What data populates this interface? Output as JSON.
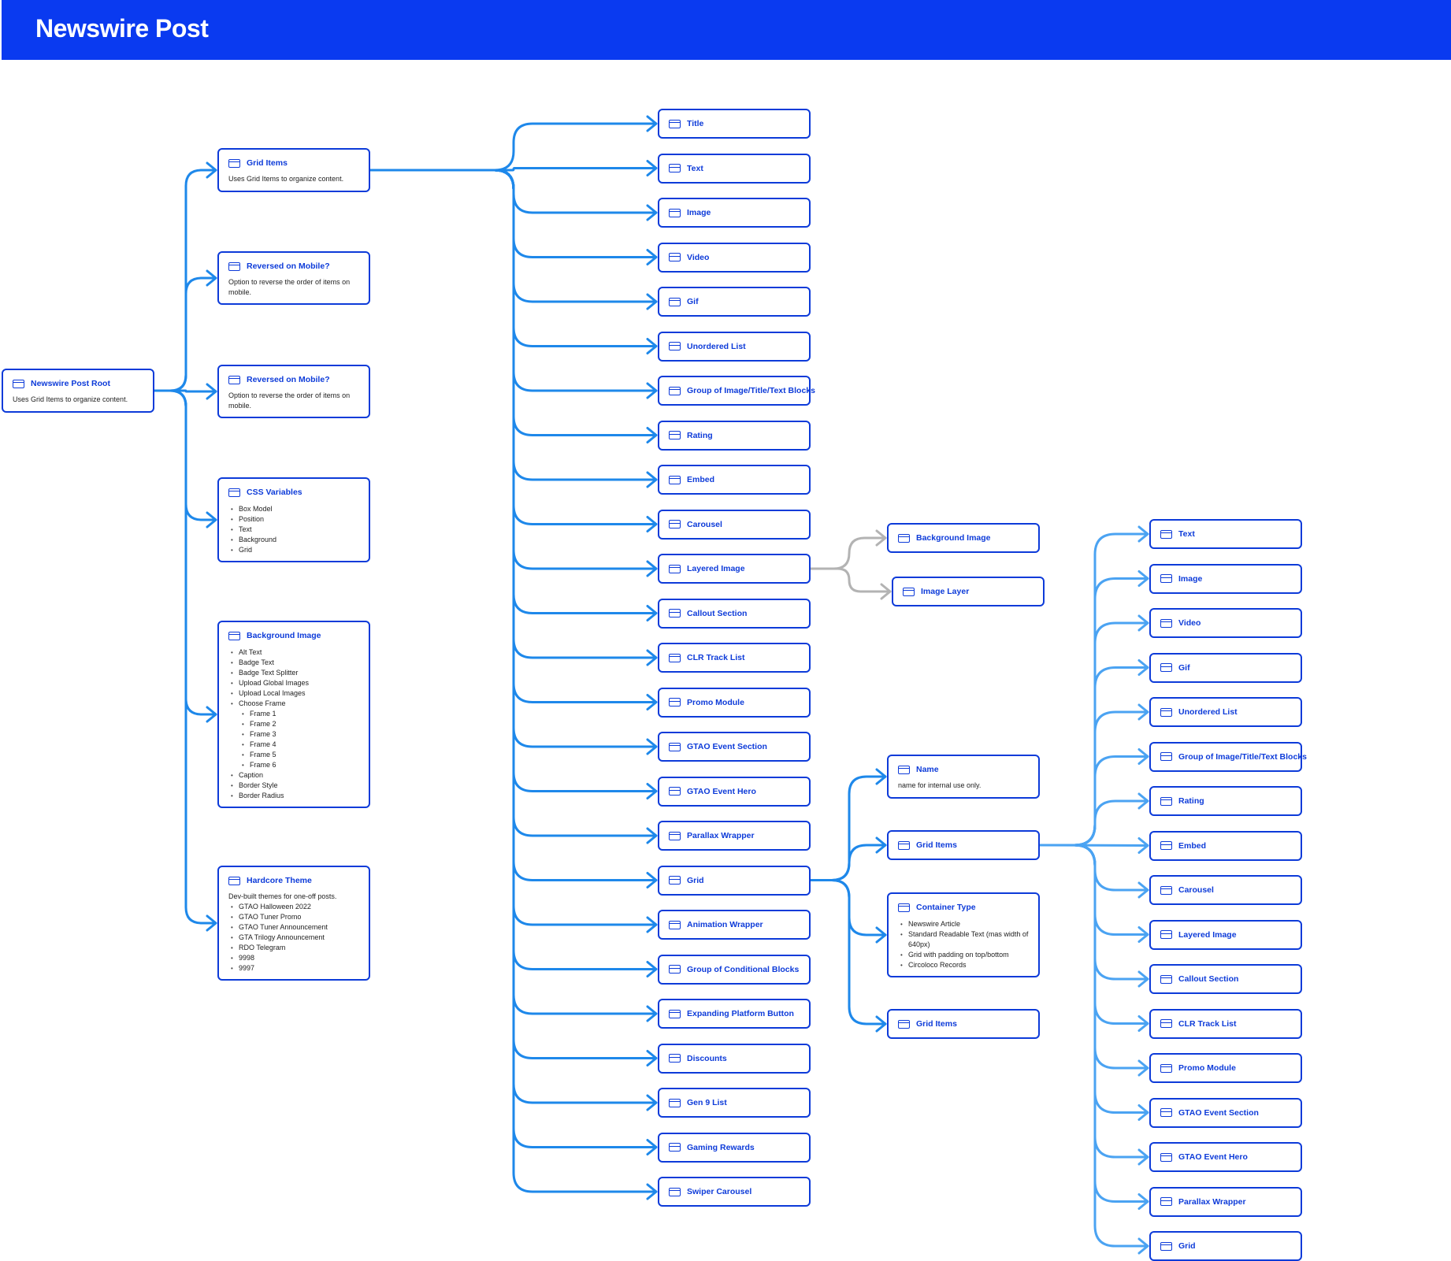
{
  "page": {
    "title": "Newswire Post"
  },
  "colors": {
    "header": "#0a3af0",
    "node_border": "#0d3bd9",
    "node_text": "#0d3bd9",
    "edge_primary": "#1e88ea",
    "edge_secondary": "#b3b3b3",
    "edge_light": "#4ba3f2"
  },
  "icons": {
    "node": "component-icon"
  },
  "root": {
    "title": "Newswire Post Root",
    "subtitle": "Uses Grid Items to organize content."
  },
  "root_children": [
    {
      "id": "grid-items",
      "title": "Grid Items",
      "subtitle": "Uses Grid Items to organize content."
    },
    {
      "id": "reversed-mobile-1",
      "title": "Reversed on Mobile?",
      "subtitle": "Option to reverse the order of items on mobile."
    },
    {
      "id": "reversed-mobile-2",
      "title": "Reversed on Mobile?",
      "subtitle": "Option to reverse the order of items on mobile."
    },
    {
      "id": "css-variables",
      "title": "CSS Variables",
      "items": [
        {
          "text": "Box Model",
          "level": 1
        },
        {
          "text": "Position",
          "level": 1
        },
        {
          "text": "Text",
          "level": 1
        },
        {
          "text": "Background",
          "level": 1
        },
        {
          "text": "Grid",
          "level": 1
        }
      ]
    },
    {
      "id": "background-image",
      "title": "Background Image",
      "items": [
        {
          "text": "Alt Text",
          "level": 1
        },
        {
          "text": "Badge Text",
          "level": 1
        },
        {
          "text": "Badge Text Splitter",
          "level": 1
        },
        {
          "text": "Upload Global Images",
          "level": 1
        },
        {
          "text": "Upload Local Images",
          "level": 1
        },
        {
          "text": "Choose Frame",
          "level": 1
        },
        {
          "text": "Frame 1",
          "level": 2
        },
        {
          "text": "Frame 2",
          "level": 2
        },
        {
          "text": "Frame 3",
          "level": 2
        },
        {
          "text": "Frame 4",
          "level": 2
        },
        {
          "text": "Frame 5",
          "level": 2
        },
        {
          "text": "Frame 6",
          "level": 2
        },
        {
          "text": "Caption",
          "level": 1
        },
        {
          "text": "Border Style",
          "level": 1
        },
        {
          "text": "Border Radius",
          "level": 1
        }
      ]
    },
    {
      "id": "hardcore-theme",
      "title": "Hardcore Theme",
      "subtitle": "Dev-built themes for one-off posts.",
      "items": [
        {
          "text": "GTAO Halloween 2022",
          "level": 1
        },
        {
          "text": "GTAO Tuner Promo",
          "level": 1
        },
        {
          "text": "GTAO Tuner Announcement",
          "level": 1
        },
        {
          "text": "GTA Trilogy Announcement",
          "level": 1
        },
        {
          "text": "RDO Telegram",
          "level": 1
        },
        {
          "text": "9998",
          "level": 1
        },
        {
          "text": "9997",
          "level": 1
        }
      ]
    }
  ],
  "grid_item_children": [
    "Title",
    "Text",
    "Image",
    "Video",
    "Gif",
    "Unordered List",
    "Group of Image/Title/Text Blocks",
    "Rating",
    "Embed",
    "Carousel",
    "Layered Image",
    "Callout Section",
    "CLR Track List",
    "Promo Module",
    "GTAO Event Section",
    "GTAO Event Hero",
    "Parallax Wrapper",
    "Grid",
    "Animation Wrapper",
    "Group of Conditional Blocks",
    "Expanding Platform Button",
    "Discounts",
    "Gen 9 List",
    "Gaming Rewards",
    "Swiper Carousel"
  ],
  "layered_image_children": [
    "Background Image",
    "Image Layer"
  ],
  "grid_children": [
    {
      "id": "name",
      "title": "Name",
      "subtitle": "name for internal use only."
    },
    {
      "id": "grid-items-inner",
      "title": "Grid Items"
    },
    {
      "id": "container-type",
      "title": "Container Type",
      "items": [
        {
          "text": "Newswire Article",
          "level": 1
        },
        {
          "text": "Standard Readable Text (mas width of 640px)",
          "level": 1
        },
        {
          "text": "Grid with padding on top/bottom",
          "level": 1
        },
        {
          "text": "Circoloco Records",
          "level": 1
        }
      ]
    },
    {
      "id": "grid-items-bottom",
      "title": "Grid Items"
    }
  ],
  "inner_grid_item_children": [
    "Text",
    "Image",
    "Video",
    "Gif",
    "Unordered List",
    "Group of Image/Title/Text Blocks",
    "Rating",
    "Embed",
    "Carousel",
    "Layered Image",
    "Callout Section",
    "CLR Track List",
    "Promo Module",
    "GTAO Event Section",
    "GTAO Event Hero",
    "Parallax Wrapper",
    "Grid"
  ]
}
